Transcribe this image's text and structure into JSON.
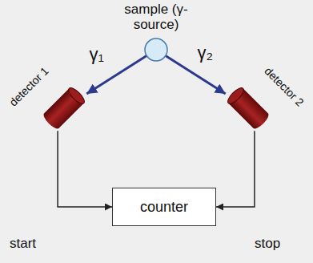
{
  "diagram": {
    "nodes": [
      {
        "text": [
          "sample (γ-source)"
        ]
      },
      {
        "text": [
          "detector 1"
        ]
      },
      {
        "text": [
          "detector 2"
        ]
      },
      {
        "text": [
          "counter"
        ]
      }
    ],
    "edges": [
      {
        "from": 0,
        "to": 1,
        "arrow": "to",
        "label": "γ₁"
      },
      {
        "from": 0,
        "to": 2,
        "arrow": "to",
        "label": "γ₂"
      },
      {
        "from": 1,
        "to": 3,
        "arrow": "to"
      },
      {
        "from": 2,
        "to": 3,
        "arrow": "to"
      }
    ],
    "labels": [
      "start",
      "stop"
    ]
  }
}
